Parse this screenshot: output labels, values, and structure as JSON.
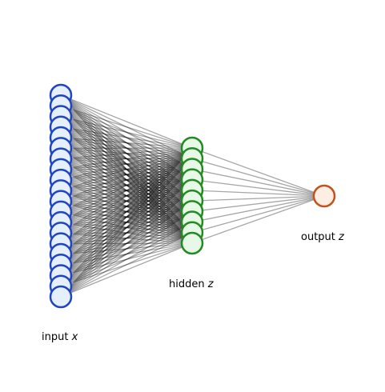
{
  "layers": [
    {
      "name": "input",
      "label": "input",
      "variable": "x",
      "count": 20,
      "stroke": "#1f45c4",
      "fill": "#e6f0fd"
    },
    {
      "name": "hidden",
      "label": "hidden",
      "variable": "z",
      "count": 10,
      "stroke": "#228b22",
      "fill": "#e8f8e6"
    },
    {
      "name": "output",
      "label": "output",
      "variable": "z",
      "count": 1,
      "stroke": "#c4531b",
      "fill": "#fdeee3"
    }
  ],
  "edge_color": "#000000"
}
